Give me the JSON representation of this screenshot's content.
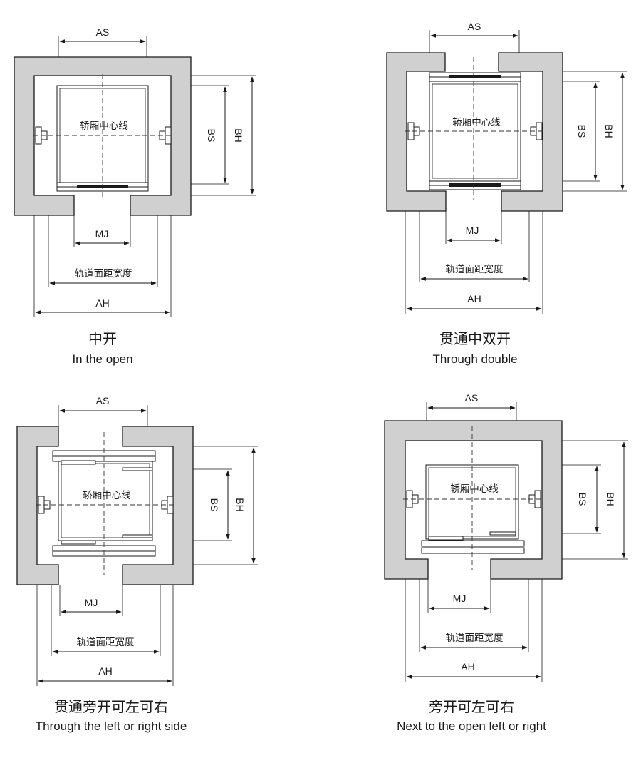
{
  "dims": {
    "as": "AS",
    "bs": "BS",
    "bh": "BH",
    "mj": "MJ",
    "ah": "AH"
  },
  "car_center_label": "轿厢中心线",
  "rail_width_label": "轨道面距宽度",
  "diagrams": [
    {
      "caption_cn": "中开",
      "caption_en": "In the open"
    },
    {
      "caption_cn": "贯通中双开",
      "caption_en": "Through double"
    },
    {
      "caption_cn": "贯通旁开可左可右",
      "caption_en": "Through the left or right side"
    },
    {
      "caption_cn": "旁开可左可右",
      "caption_en": "Next to the open left or right"
    }
  ]
}
